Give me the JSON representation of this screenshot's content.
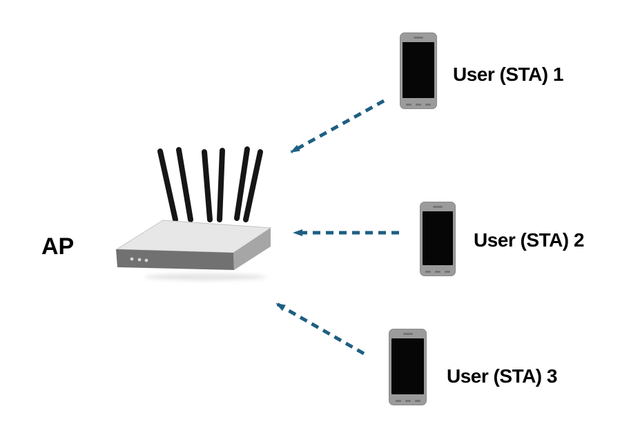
{
  "diagram": {
    "ap": {
      "label": "AP"
    },
    "stations": [
      {
        "label": "User (STA) 1"
      },
      {
        "label": "User (STA) 2"
      },
      {
        "label": "User (STA) 3"
      }
    ],
    "icons": {
      "access_point": "wifi-router-icon",
      "station": "smartphone-icon",
      "link": "dashed-arrow-icon"
    },
    "colors": {
      "arrow": "#1e5f82",
      "antenna": "#161616",
      "router_top": "#e7e7e7",
      "router_front": "#717171",
      "router_side": "#a6a6a6",
      "router_led": "#d4d4d4",
      "phone_body": "#9b9b9b",
      "phone_screen": "#060606",
      "phone_detail": "#757575",
      "label_text": "#000000",
      "background": "#ffffff"
    }
  }
}
